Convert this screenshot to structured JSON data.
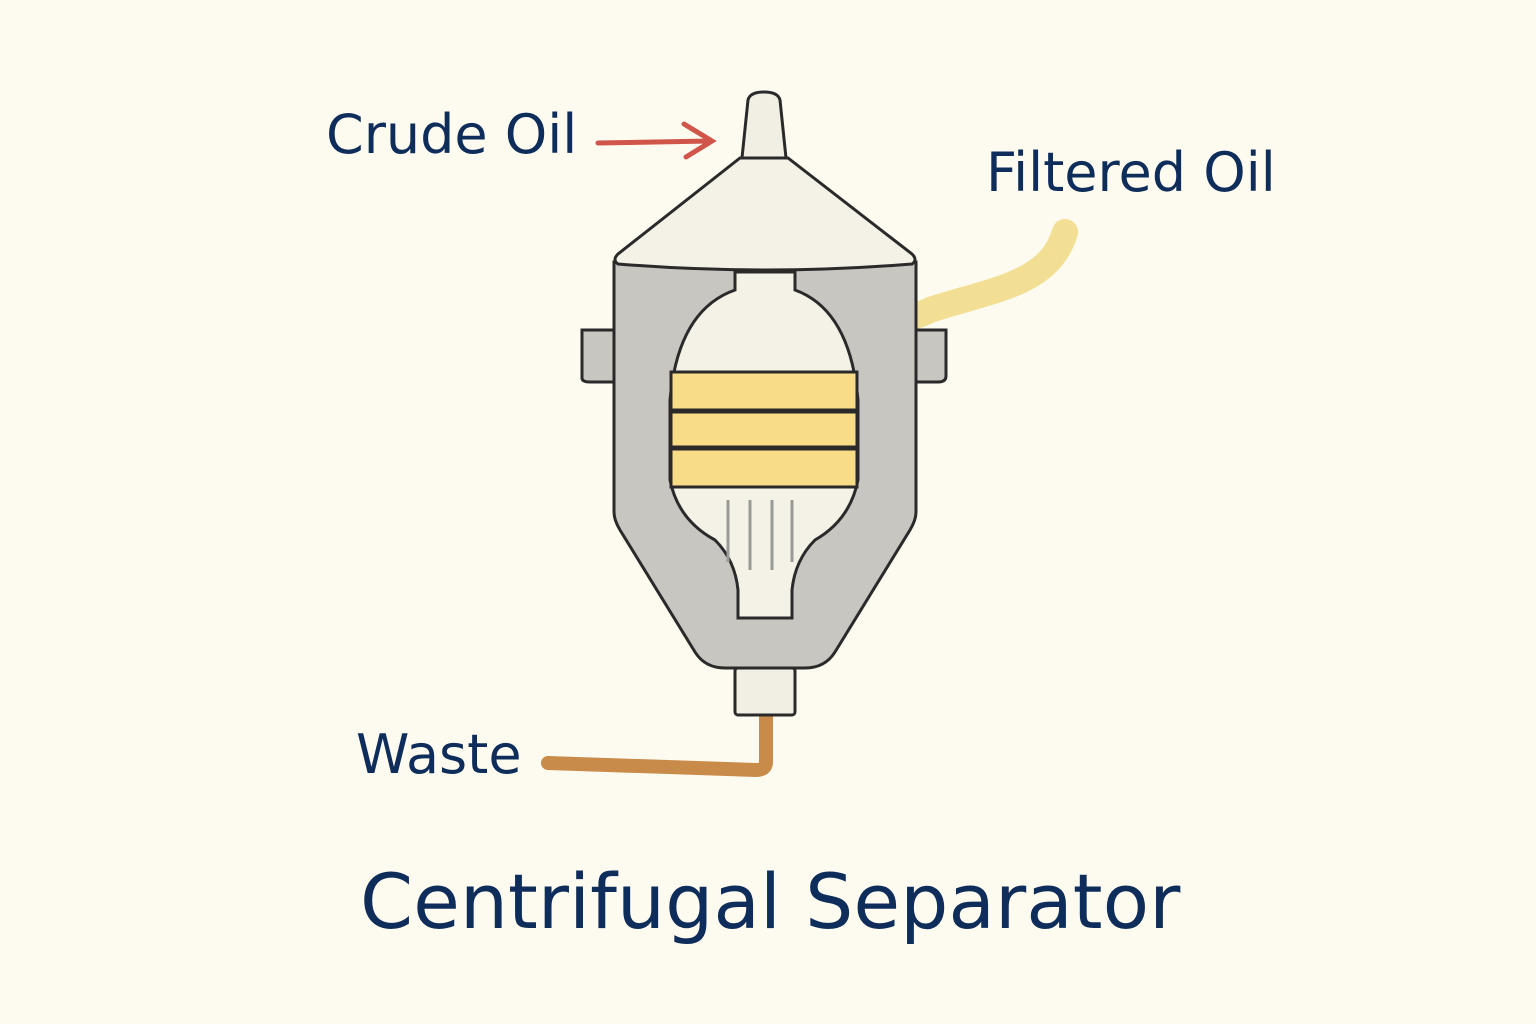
{
  "labels": {
    "crude_oil": "Crude Oil",
    "filtered_oil": "Filtered Oil",
    "waste": "Waste"
  },
  "title": "Centrifugal Separator",
  "colors": {
    "text": "#0f2d5a",
    "crude_arrow": "#d0554a",
    "filtered_stream": "#f2dc8a",
    "waste_stream": "#c98b4a",
    "housing": "#c8c6c1",
    "bowl_bands": "#f8dc88",
    "background": "#fdfbf0"
  }
}
